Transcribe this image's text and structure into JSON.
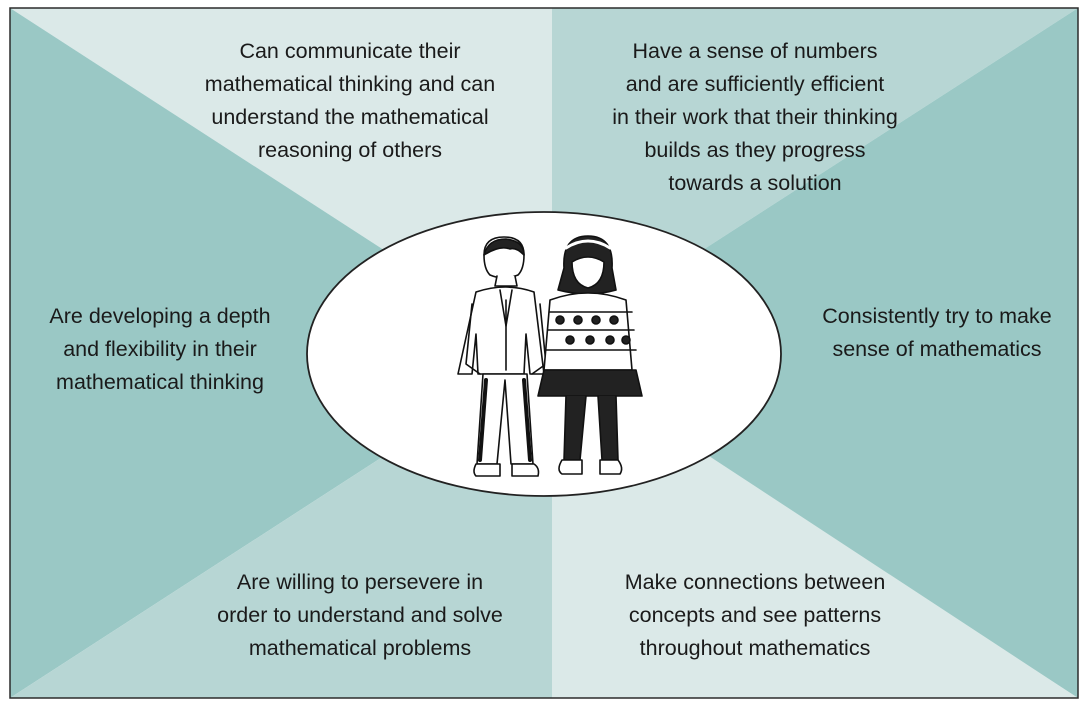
{
  "colors": {
    "background": "#ffffff",
    "border": "#2b2b2b",
    "top_left_quadrant": "#dbe9e8",
    "top_right_quadrant": "#b7d6d4",
    "left_triangle": "#9ac8c5",
    "right_triangle": "#9ac8c5",
    "bottom_left_quadrant": "#b7d6d4",
    "bottom_right_quadrant": "#dbe9e8",
    "ellipse_fill": "#ffffff",
    "text": "#1a1a1a"
  },
  "center": {
    "illustration": "two-children-illustration"
  },
  "traits": {
    "top_left": [
      "Can communicate their",
      "mathematical thinking and can",
      "understand the mathematical",
      "reasoning of others"
    ],
    "top_right": [
      "Have a sense of numbers",
      "and are sufficiently efficient",
      "in their work that their thinking",
      "builds as they progress",
      "towards a solution"
    ],
    "left": [
      "Are developing a depth",
      "and flexibility in their",
      "mathematical thinking"
    ],
    "right": [
      "Consistently try to make",
      "sense of mathematics"
    ],
    "bottom_left": [
      "Are willing to persevere in",
      "order to understand and solve",
      "mathematical problems"
    ],
    "bottom_right": [
      "Make connections between",
      "concepts and see patterns",
      "throughout mathematics"
    ]
  }
}
